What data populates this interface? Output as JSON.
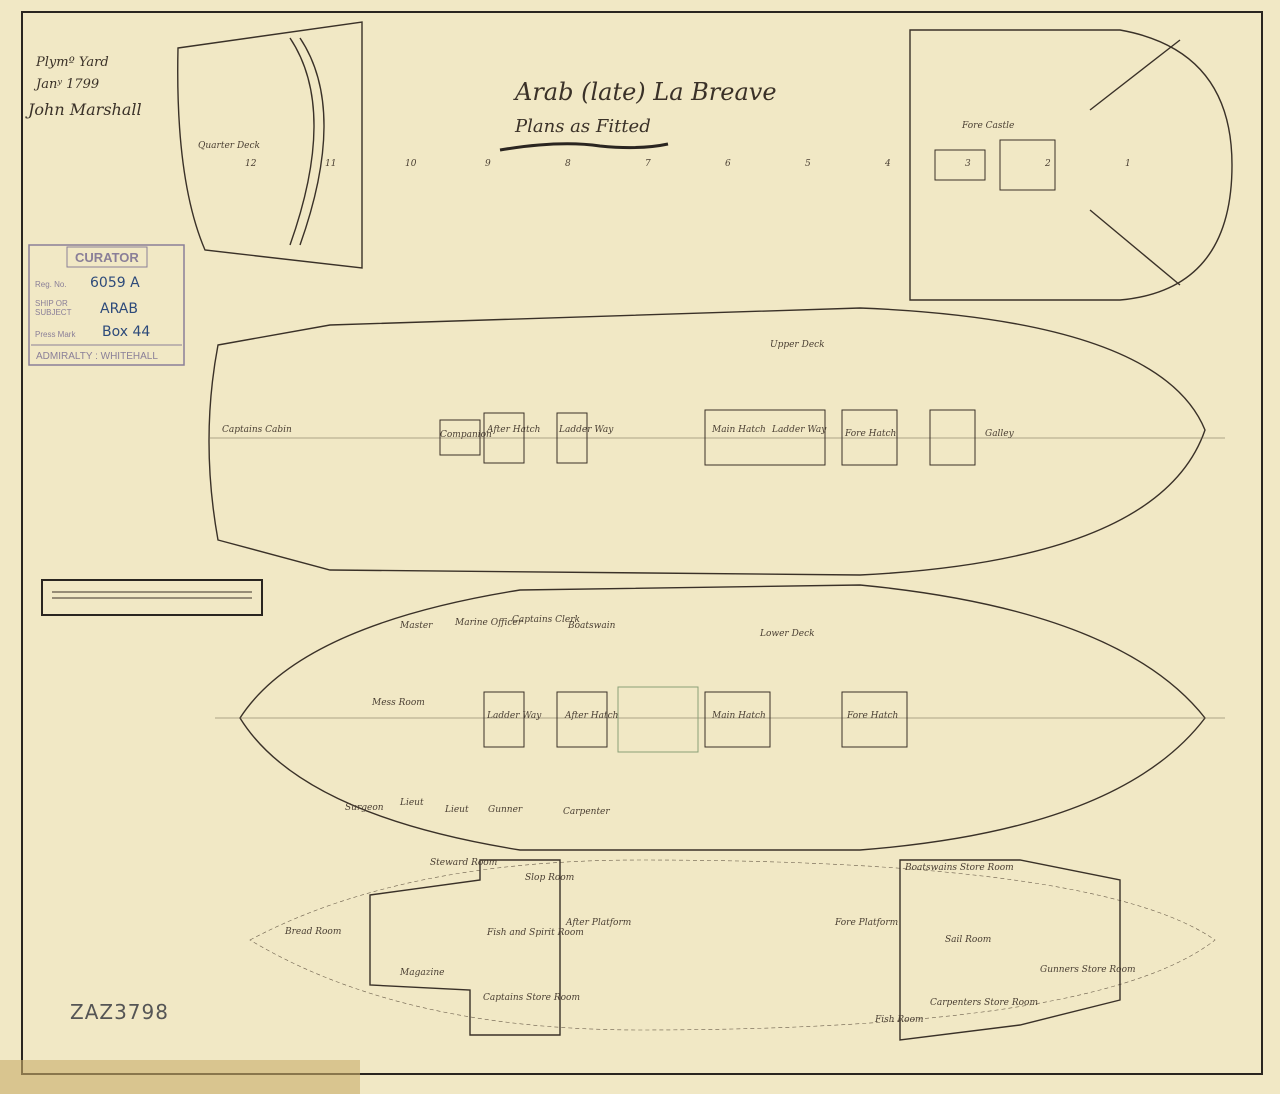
{
  "title": {
    "main": "Arab (late) La Breave",
    "sub": "Plans as Fitted"
  },
  "signature": {
    "line1": "Plymº Yard",
    "line2": "Janʸ 1799",
    "line3": "John Marshall"
  },
  "stamp": {
    "header": "CURATOR",
    "reg_label": "Reg. No.",
    "reg_value": "6059 A",
    "ship_label_1": "SHIP OR",
    "ship_label_2": "SUBJECT",
    "ship_value": "ARAB",
    "press_label": "Press Mark",
    "press_value": "Box 44",
    "footer": "ADMIRALTY : WHITEHALL"
  },
  "reference": "ZAZ3798",
  "decks": {
    "quarter_deck": "Quarter Deck",
    "fore_castle": "Fore Castle",
    "upper_deck": "Upper Deck",
    "lower_deck": "Lower Deck",
    "after_platform": "After Platform",
    "fore_platform": "Fore Platform"
  },
  "upper_labels": [
    "Captains Cabin",
    "Companion",
    "After Hatch",
    "Ladder Way",
    "Main Hatch",
    "Ladder Way",
    "Fore Hatch",
    "Galley"
  ],
  "lower_labels": {
    "top_cabins": [
      "Master",
      "Marine Officer",
      "Captains Clerk",
      "Boatswain"
    ],
    "bottom_cabins": [
      "Surgeon",
      "Lieut",
      "Lieut",
      "Gunner",
      "Carpenter"
    ],
    "center": [
      "Mess Room",
      "Ladder Way",
      "After Hatch",
      "Main Hatch",
      "Fore Hatch"
    ]
  },
  "platform_labels": [
    "Bread Room",
    "Magazine",
    "Steward Room",
    "Slop Room",
    "Fish and Spirit Room",
    "Captains Store Room",
    "Boatswains Store Room",
    "Sail Room",
    "Gunners Store Room",
    "Carpenters Store Room",
    "Fish Room"
  ],
  "station_numbers": [
    "12",
    "11",
    "10",
    "9",
    "8",
    "7",
    "6",
    "5",
    "4",
    "3",
    "2",
    "1"
  ]
}
